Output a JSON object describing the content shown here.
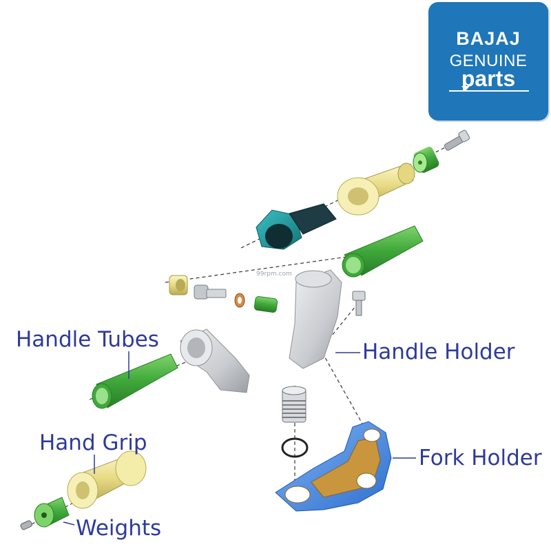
{
  "logo": {
    "brand": "BAJAJ",
    "genuine": "GENUINE",
    "parts": "parts"
  },
  "watermark": "99rpm.com",
  "labels": {
    "handle_tubes": "Handle Tubes",
    "handle_holder": "Handle Holder",
    "hand_grip": "Hand Grip",
    "fork_holder": "Fork Holder",
    "weights": "Weights"
  },
  "colors": {
    "label_text": "#2e3a9a",
    "logo_bg": "#1f76b8",
    "tube_green": "#3fa83a",
    "grip_yellow": "#efe49a",
    "holder_grey": "#c9ccd0",
    "fork_blue": "#4d8fe0",
    "fork_bronze": "#c9963e",
    "switch_teal": "#1b9aa0"
  }
}
